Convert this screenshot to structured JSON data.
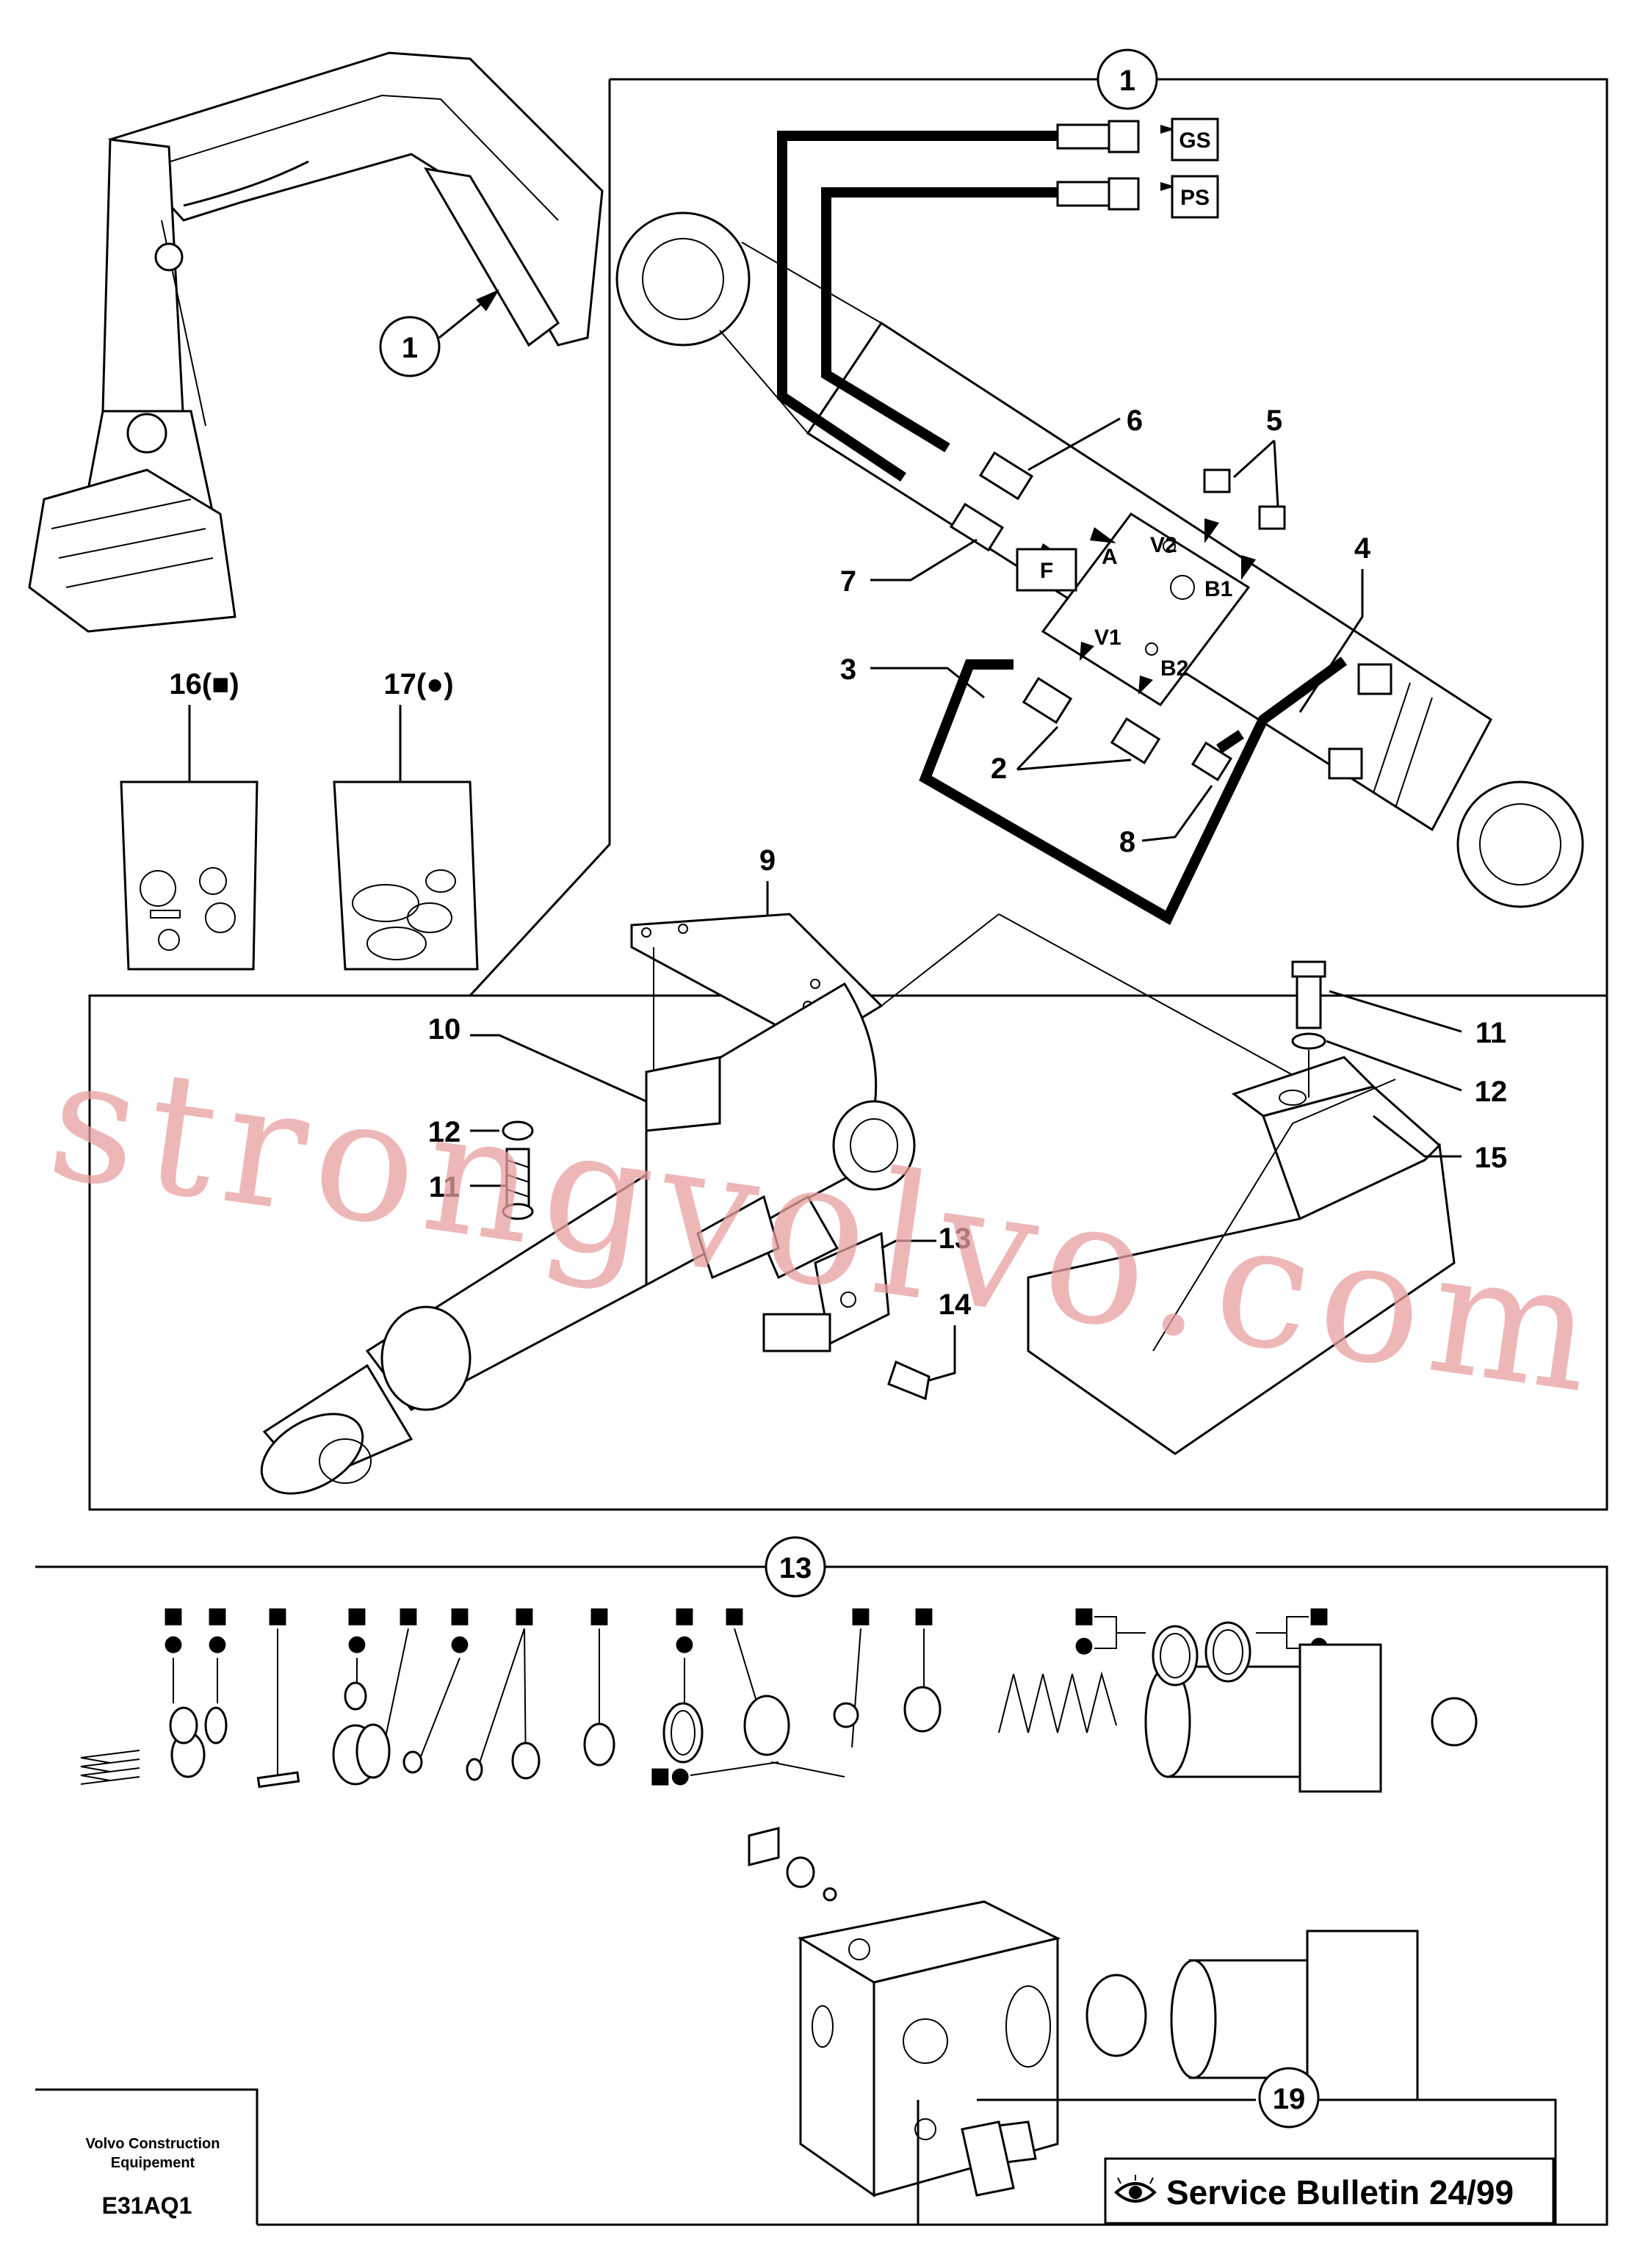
{
  "callouts": {
    "detail_1_top": "1",
    "detail_1_machine": "1",
    "detail_13": "13",
    "detail_19": "19"
  },
  "port_boxes": {
    "gs": "GS",
    "ps": "PS",
    "f": "F"
  },
  "valve_ports": {
    "a": "A",
    "v2": "V2",
    "b1": "B1",
    "v1": "V1",
    "b2": "B2"
  },
  "part_numbers": {
    "p2": "2",
    "p3": "3",
    "p4": "4",
    "p5": "5",
    "p6": "6",
    "p7": "7",
    "p8": "8",
    "p9": "9",
    "p10": "10",
    "p11_left": "11",
    "p11_right": "11",
    "p12_left": "12",
    "p12_right": "12",
    "p13": "13",
    "p14": "14",
    "p15": "15",
    "p16": "16(■)",
    "p17": "17(●)"
  },
  "kit_markers": {
    "square": "■",
    "circle": "●",
    "square_circle": "■●"
  },
  "watermark": "strongvolvo.com",
  "footer": {
    "company_line1": "Volvo Construction",
    "company_line2": "Equipement",
    "code": "E31AQ1"
  },
  "service_bulletin": "Service Bulletin 24/99",
  "icons": {
    "bulletin_eye": "eye-icon"
  }
}
